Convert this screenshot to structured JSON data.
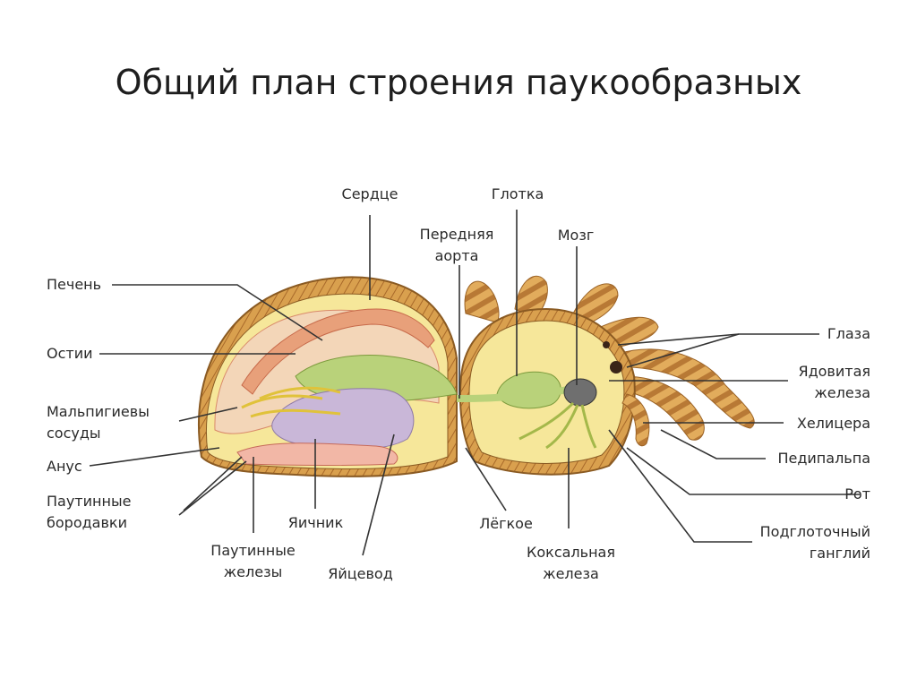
{
  "title": "Общий план строения паукообразных",
  "labels": {
    "heart": "Сердце",
    "pharynx": "Глотка",
    "front_aorta": "Передняя\nаорта",
    "brain": "Мозг",
    "liver": "Печень",
    "ostia": "Остии",
    "malpighian": "Мальпигиевы\nсосуды",
    "anus": "Анус",
    "spinnerets": "Паутинные\nбородавки",
    "silk_glands": "Паутинные\nжелезы",
    "ovary": "Яичник",
    "oviduct": "Яйцевод",
    "lung": "Лёгкое",
    "coxal_gland": "Коксальная\nжелеза",
    "eyes": "Глаза",
    "venom_gland": "Ядовитая\nжелеза",
    "chelicera": "Хелицера",
    "pedipalp": "Педипальпа",
    "mouth": "Рот",
    "subpharyngeal": "Подглоточный\nганглий"
  },
  "colors": {
    "hairy_body": "#c98a3a",
    "body_fill": "#f6e79a",
    "liver": "#f3d6b8",
    "gut": "#b9d27a",
    "ovary": "#c9b7d8",
    "brain": "#6f6f6f",
    "vessel": "#e8a07a",
    "leader": "#333333"
  }
}
